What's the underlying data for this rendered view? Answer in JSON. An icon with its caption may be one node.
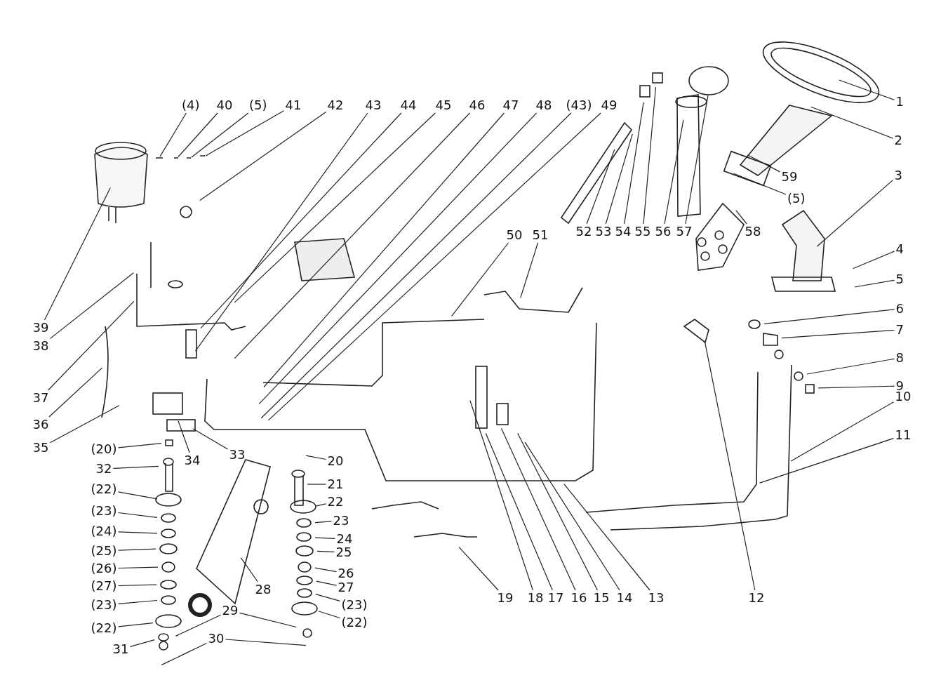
{
  "diagram": {
    "nodes": [
      {
        "text": [
          "1"
        ]
      },
      {
        "text": [
          "2"
        ]
      },
      {
        "text": [
          "3"
        ]
      },
      {
        "text": [
          "4"
        ]
      },
      {
        "text": [
          "5"
        ]
      },
      {
        "text": [
          "6"
        ]
      },
      {
        "text": [
          "7"
        ]
      },
      {
        "text": [
          "8"
        ]
      },
      {
        "text": [
          "9"
        ]
      },
      {
        "text": [
          "10"
        ]
      },
      {
        "text": [
          "11"
        ]
      },
      {
        "text": [
          "12"
        ]
      },
      {
        "text": [
          "13"
        ]
      },
      {
        "text": [
          "14"
        ]
      },
      {
        "text": [
          "15"
        ]
      },
      {
        "text": [
          "16"
        ]
      },
      {
        "text": [
          "17"
        ]
      },
      {
        "text": [
          "18"
        ]
      },
      {
        "text": [
          "19"
        ]
      },
      {
        "text": [
          "(4)"
        ]
      },
      {
        "text": [
          "40"
        ]
      },
      {
        "text": [
          "(5)"
        ]
      },
      {
        "text": [
          "41"
        ]
      },
      {
        "text": [
          "42"
        ]
      },
      {
        "text": [
          "43"
        ]
      },
      {
        "text": [
          "44"
        ]
      },
      {
        "text": [
          "45"
        ]
      },
      {
        "text": [
          "46"
        ]
      },
      {
        "text": [
          "47"
        ]
      },
      {
        "text": [
          "48"
        ]
      },
      {
        "text": [
          "(43)"
        ]
      },
      {
        "text": [
          "49"
        ]
      },
      {
        "text": [
          "50"
        ]
      },
      {
        "text": [
          "51"
        ]
      },
      {
        "text": [
          "52"
        ]
      },
      {
        "text": [
          "53"
        ]
      },
      {
        "text": [
          "54"
        ]
      },
      {
        "text": [
          "55"
        ]
      },
      {
        "text": [
          "56"
        ]
      },
      {
        "text": [
          "57"
        ]
      },
      {
        "text": [
          "58"
        ]
      },
      {
        "text": [
          "59"
        ]
      },
      {
        "text": [
          "(5)"
        ]
      },
      {
        "text": [
          "39"
        ]
      },
      {
        "text": [
          "38"
        ]
      },
      {
        "text": [
          "37"
        ]
      },
      {
        "text": [
          "36"
        ]
      },
      {
        "text": [
          "35"
        ]
      },
      {
        "text": [
          "34"
        ]
      },
      {
        "text": [
          "33"
        ]
      },
      {
        "text": [
          "(20)"
        ]
      },
      {
        "text": [
          "32"
        ]
      },
      {
        "text": [
          "(22)"
        ]
      },
      {
        "text": [
          "(23)"
        ]
      },
      {
        "text": [
          "(24)"
        ]
      },
      {
        "text": [
          "(25)"
        ]
      },
      {
        "text": [
          "(26)"
        ]
      },
      {
        "text": [
          "(27)"
        ]
      },
      {
        "text": [
          "(23)"
        ]
      },
      {
        "text": [
          "(22)"
        ]
      },
      {
        "text": [
          "31"
        ]
      },
      {
        "text": [
          "20"
        ]
      },
      {
        "text": [
          "21"
        ]
      },
      {
        "text": [
          "22"
        ]
      },
      {
        "text": [
          "23"
        ]
      },
      {
        "text": [
          "24"
        ]
      },
      {
        "text": [
          "25"
        ]
      },
      {
        "text": [
          "26"
        ]
      },
      {
        "text": [
          "27"
        ]
      },
      {
        "text": [
          "(23)"
        ]
      },
      {
        "text": [
          "(22)"
        ]
      },
      {
        "text": [
          "28"
        ]
      },
      {
        "text": [
          "29"
        ]
      },
      {
        "text": [
          "30"
        ]
      }
    ],
    "edges": [
      {
        "from": 0,
        "to": null,
        "arrow": "none"
      },
      {
        "from": 1,
        "to": null,
        "arrow": "none"
      },
      {
        "from": 2,
        "to": null,
        "arrow": "none"
      },
      {
        "from": 3,
        "to": null,
        "arrow": "none"
      },
      {
        "from": 4,
        "to": null,
        "arrow": "none"
      },
      {
        "from": 5,
        "to": null,
        "arrow": "none"
      },
      {
        "from": 6,
        "to": null,
        "arrow": "none"
      },
      {
        "from": 7,
        "to": null,
        "arrow": "none"
      },
      {
        "from": 8,
        "to": null,
        "arrow": "none"
      },
      {
        "from": 9,
        "to": null,
        "arrow": "none"
      },
      {
        "from": 10,
        "to": null,
        "arrow": "none"
      },
      {
        "from": 11,
        "to": null,
        "arrow": "none"
      },
      {
        "from": 12,
        "to": null,
        "arrow": "none"
      },
      {
        "from": 13,
        "to": null,
        "arrow": "none"
      },
      {
        "from": 14,
        "to": null,
        "arrow": "none"
      },
      {
        "from": 15,
        "to": null,
        "arrow": "none"
      },
      {
        "from": 16,
        "to": null,
        "arrow": "none"
      },
      {
        "from": 17,
        "to": null,
        "arrow": "none"
      },
      {
        "from": 18,
        "to": null,
        "arrow": "none"
      },
      {
        "from": 19,
        "to": null,
        "arrow": "none"
      },
      {
        "from": 20,
        "to": null,
        "arrow": "none"
      },
      {
        "from": 21,
        "to": null,
        "arrow": "none"
      },
      {
        "from": 22,
        "to": null,
        "arrow": "none"
      },
      {
        "from": 23,
        "to": null,
        "arrow": "none"
      },
      {
        "from": 24,
        "to": null,
        "arrow": "none"
      },
      {
        "from": 25,
        "to": null,
        "arrow": "none"
      },
      {
        "from": 26,
        "to": null,
        "arrow": "none"
      },
      {
        "from": 27,
        "to": null,
        "arrow": "none"
      },
      {
        "from": 28,
        "to": null,
        "arrow": "none"
      },
      {
        "from": 29,
        "to": null,
        "arrow": "none"
      },
      {
        "from": 30,
        "to": null,
        "arrow": "none"
      },
      {
        "from": 31,
        "to": null,
        "arrow": "none"
      },
      {
        "from": 32,
        "to": null,
        "arrow": "none"
      },
      {
        "from": 33,
        "to": null,
        "arrow": "none"
      },
      {
        "from": 34,
        "to": null,
        "arrow": "none"
      },
      {
        "from": 35,
        "to": null,
        "arrow": "none"
      },
      {
        "from": 36,
        "to": null,
        "arrow": "none"
      },
      {
        "from": 37,
        "to": null,
        "arrow": "none"
      },
      {
        "from": 38,
        "to": null,
        "arrow": "none"
      },
      {
        "from": 39,
        "to": null,
        "arrow": "none"
      },
      {
        "from": 40,
        "to": null,
        "arrow": "none"
      },
      {
        "from": 41,
        "to": null,
        "arrow": "none"
      },
      {
        "from": 42,
        "to": null,
        "arrow": "none"
      },
      {
        "from": 43,
        "to": null,
        "arrow": "none"
      },
      {
        "from": 44,
        "to": null,
        "arrow": "none"
      },
      {
        "from": 45,
        "to": null,
        "arrow": "none"
      },
      {
        "from": 46,
        "to": null,
        "arrow": "none"
      },
      {
        "from": 47,
        "to": null,
        "arrow": "none"
      },
      {
        "from": 48,
        "to": null,
        "arrow": "none"
      },
      {
        "from": 49,
        "to": null,
        "arrow": "none"
      },
      {
        "from": 50,
        "to": null,
        "arrow": "none"
      },
      {
        "from": 51,
        "to": null,
        "arrow": "none"
      },
      {
        "from": 52,
        "to": null,
        "arrow": "none"
      },
      {
        "from": 53,
        "to": null,
        "arrow": "none"
      },
      {
        "from": 54,
        "to": null,
        "arrow": "none"
      },
      {
        "from": 55,
        "to": null,
        "arrow": "none"
      },
      {
        "from": 56,
        "to": null,
        "arrow": "none"
      },
      {
        "from": 57,
        "to": null,
        "arrow": "none"
      },
      {
        "from": 58,
        "to": null,
        "arrow": "none"
      },
      {
        "from": 59,
        "to": null,
        "arrow": "none"
      },
      {
        "from": 60,
        "to": null,
        "arrow": "none"
      },
      {
        "from": 61,
        "to": null,
        "arrow": "none"
      },
      {
        "from": 62,
        "to": null,
        "arrow": "none"
      },
      {
        "from": 63,
        "to": null,
        "arrow": "none"
      },
      {
        "from": 64,
        "to": null,
        "arrow": "none"
      },
      {
        "from": 65,
        "to": null,
        "arrow": "none"
      },
      {
        "from": 66,
        "to": null,
        "arrow": "none"
      },
      {
        "from": 67,
        "to": null,
        "arrow": "none"
      },
      {
        "from": 68,
        "to": null,
        "arrow": "none"
      },
      {
        "from": 69,
        "to": null,
        "arrow": "none"
      },
      {
        "from": 70,
        "to": null,
        "arrow": "none"
      },
      {
        "from": 71,
        "to": null,
        "arrow": "none"
      },
      {
        "from": 72,
        "to": null,
        "arrow": "none"
      },
      {
        "from": 72,
        "to": null,
        "arrow": "none"
      },
      {
        "from": 73,
        "to": null,
        "arrow": "none"
      },
      {
        "from": 73,
        "to": null,
        "arrow": "none"
      }
    ]
  }
}
